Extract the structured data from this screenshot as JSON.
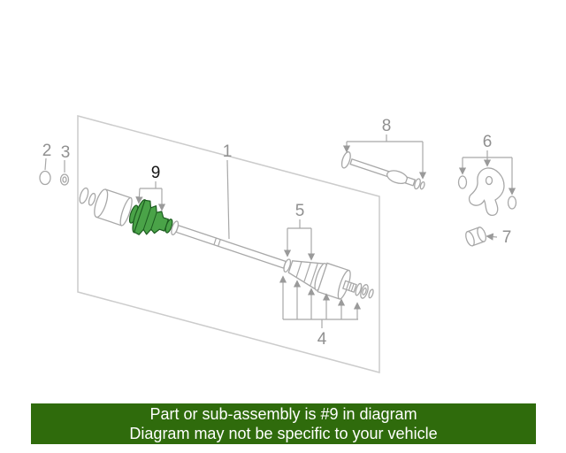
{
  "banner": {
    "line1": "Part or sub-assembly is #9 in diagram",
    "line2": "Diagram may not be specific to your vehicle",
    "bg_color": "#2f6b0c",
    "text_color": "#ffffff"
  },
  "diagram": {
    "highlighted_part": "9",
    "highlight_fill": "#4aa348",
    "highlight_stroke": "#1d5c20",
    "line_color": "#a8a8a8",
    "callout_color": "#909090",
    "callouts": {
      "c1": "1",
      "c2": "2",
      "c3": "3",
      "c4": "4",
      "c5": "5",
      "c6": "6",
      "c7": "7",
      "c8": "8",
      "c9": "9"
    }
  }
}
